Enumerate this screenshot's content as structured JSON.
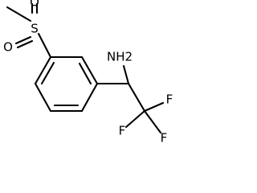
{
  "molecule": {
    "atoms": {
      "sulfur": "S",
      "oxygen_top": "O",
      "oxygen_bottom": "O",
      "amine": "NH2",
      "fluorine_right_top": "F",
      "fluorine_left": "F",
      "fluorine_right_bottom": "F"
    }
  }
}
